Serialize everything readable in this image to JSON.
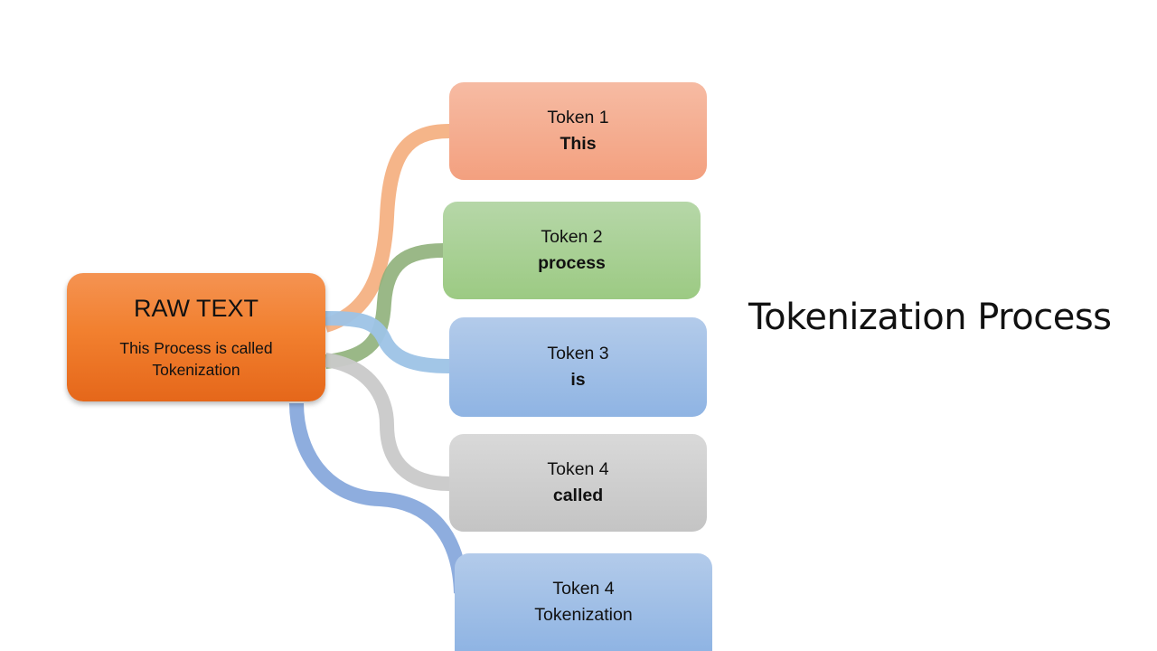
{
  "heading": "Tokenization Process",
  "raw_text": {
    "title": "RAW TEXT",
    "subtitle": "This Process is called Tokenization"
  },
  "tokens": [
    {
      "label": "Token 1",
      "value": "This",
      "color": "#f3a07f"
    },
    {
      "label": "Token 2",
      "value": "process",
      "color": "#9cca83"
    },
    {
      "label": "Token 3",
      "value": "is",
      "color": "#8fb4e3"
    },
    {
      "label": "Token 4",
      "value": "called",
      "color": "#c4c4c4"
    },
    {
      "label": "Token 4",
      "value": "Tokenization",
      "color": "#8fb4e3"
    }
  ],
  "colors": {
    "raw_box": "#f2802f",
    "connector_orange": "#f4b183",
    "connector_green": "#8fb07a",
    "connector_blue": "#9dc3e6",
    "connector_gray": "#c9c9c9",
    "connector_dark_blue": "#7a9fd8"
  }
}
